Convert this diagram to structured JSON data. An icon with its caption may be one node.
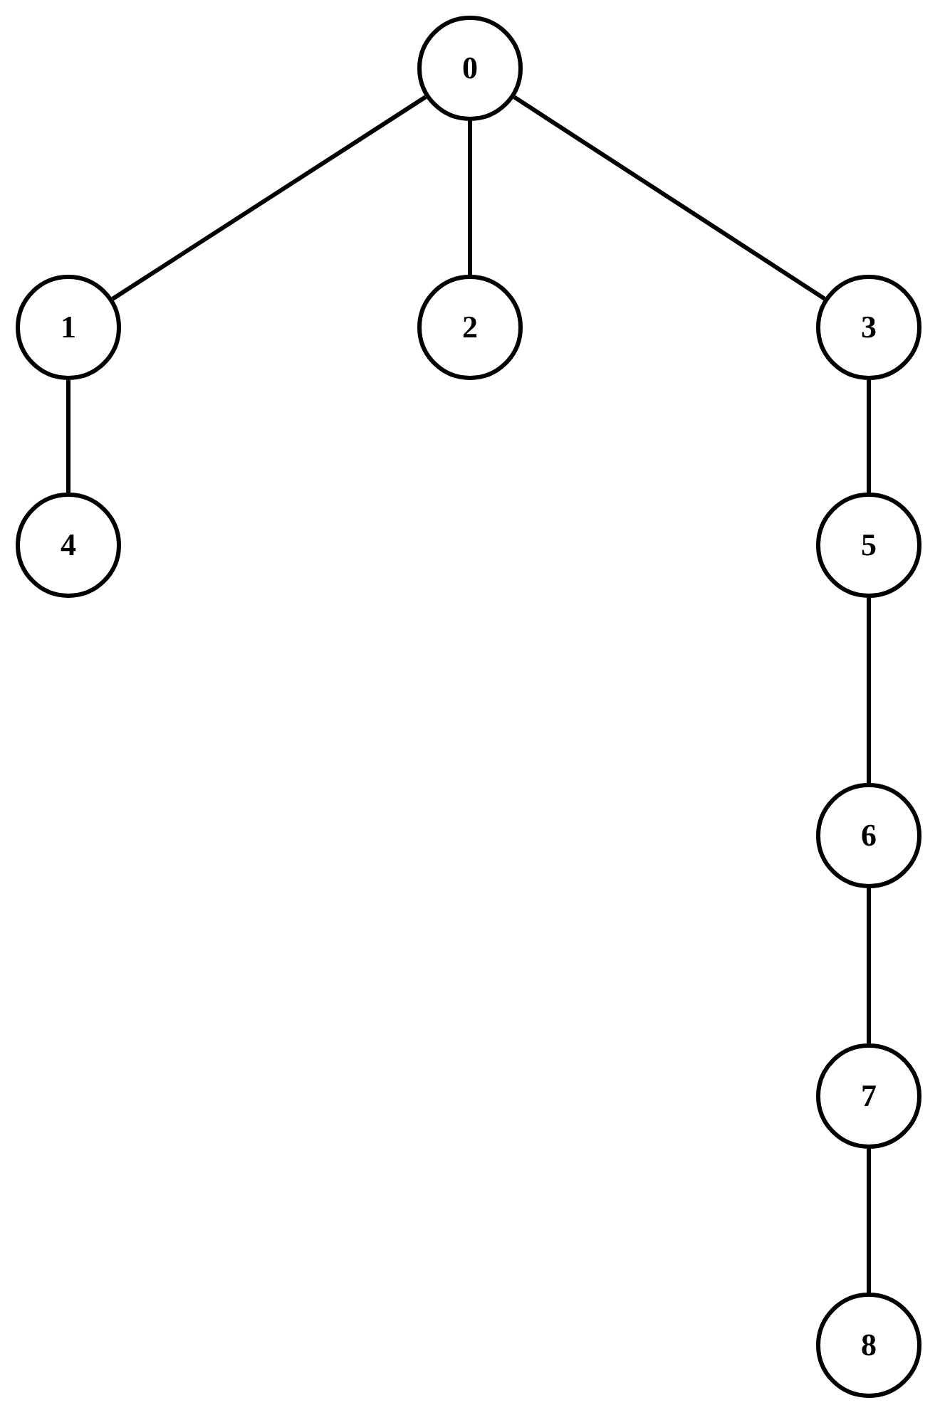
{
  "diagram": {
    "nodes": [
      {
        "text": [
          "0"
        ]
      },
      {
        "text": [
          "1"
        ]
      },
      {
        "text": [
          "2"
        ]
      },
      {
        "text": [
          "3"
        ]
      },
      {
        "text": [
          "4"
        ]
      },
      {
        "text": [
          "5"
        ]
      },
      {
        "text": [
          "6"
        ]
      },
      {
        "text": [
          "7"
        ]
      },
      {
        "text": [
          "8"
        ]
      }
    ],
    "edges": [
      {
        "from": 0,
        "to": 1,
        "arrow": "none"
      },
      {
        "from": 0,
        "to": 2,
        "arrow": "none"
      },
      {
        "from": 0,
        "to": 3,
        "arrow": "none"
      },
      {
        "from": 1,
        "to": 4,
        "arrow": "none"
      },
      {
        "from": 3,
        "to": 5,
        "arrow": "none"
      },
      {
        "from": 5,
        "to": 6,
        "arrow": "none"
      },
      {
        "from": 6,
        "to": 7,
        "arrow": "none"
      },
      {
        "from": 7,
        "to": 8,
        "arrow": "none"
      }
    ]
  }
}
